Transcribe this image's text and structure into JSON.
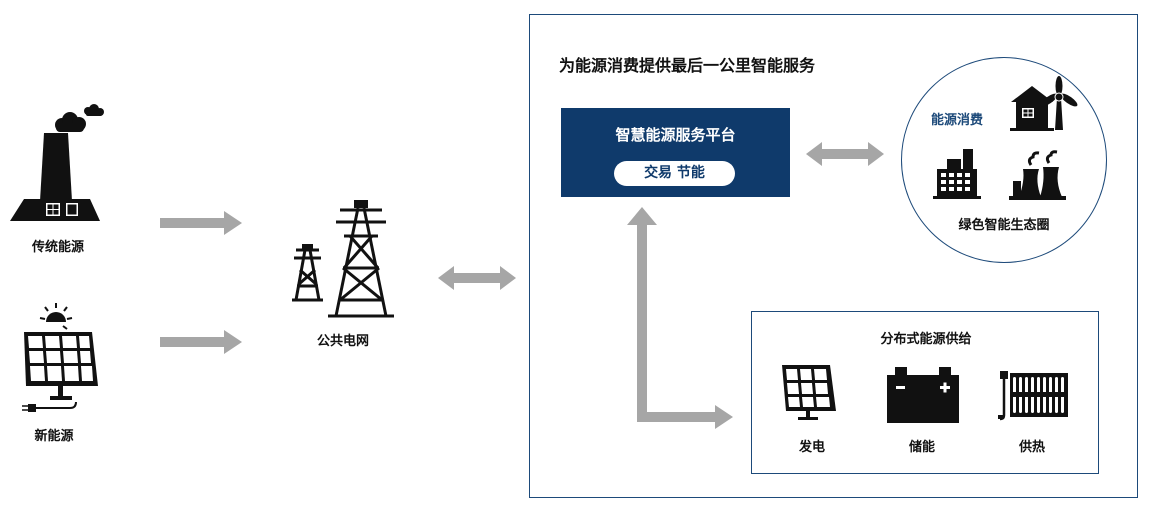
{
  "left": {
    "traditional_label": "传统能源",
    "new_label": "新能源"
  },
  "grid_label": "公共电网",
  "right_panel": {
    "heading": "为能源消费提供最后一公里智能服务",
    "platform": {
      "title": "智慧能源服务平台",
      "pill": "交易  节能"
    },
    "ecosystem": {
      "consumption_label": "能源消费",
      "caption": "绿色智能生态圈"
    },
    "distributed": {
      "title": "分布式能源供给",
      "items": [
        "发电",
        "储能",
        "供热"
      ]
    }
  },
  "colors": {
    "arrow": "#a6a6a6",
    "navy": "#0f3a6b",
    "border": "#1d4a7a",
    "icon": "#111111"
  }
}
